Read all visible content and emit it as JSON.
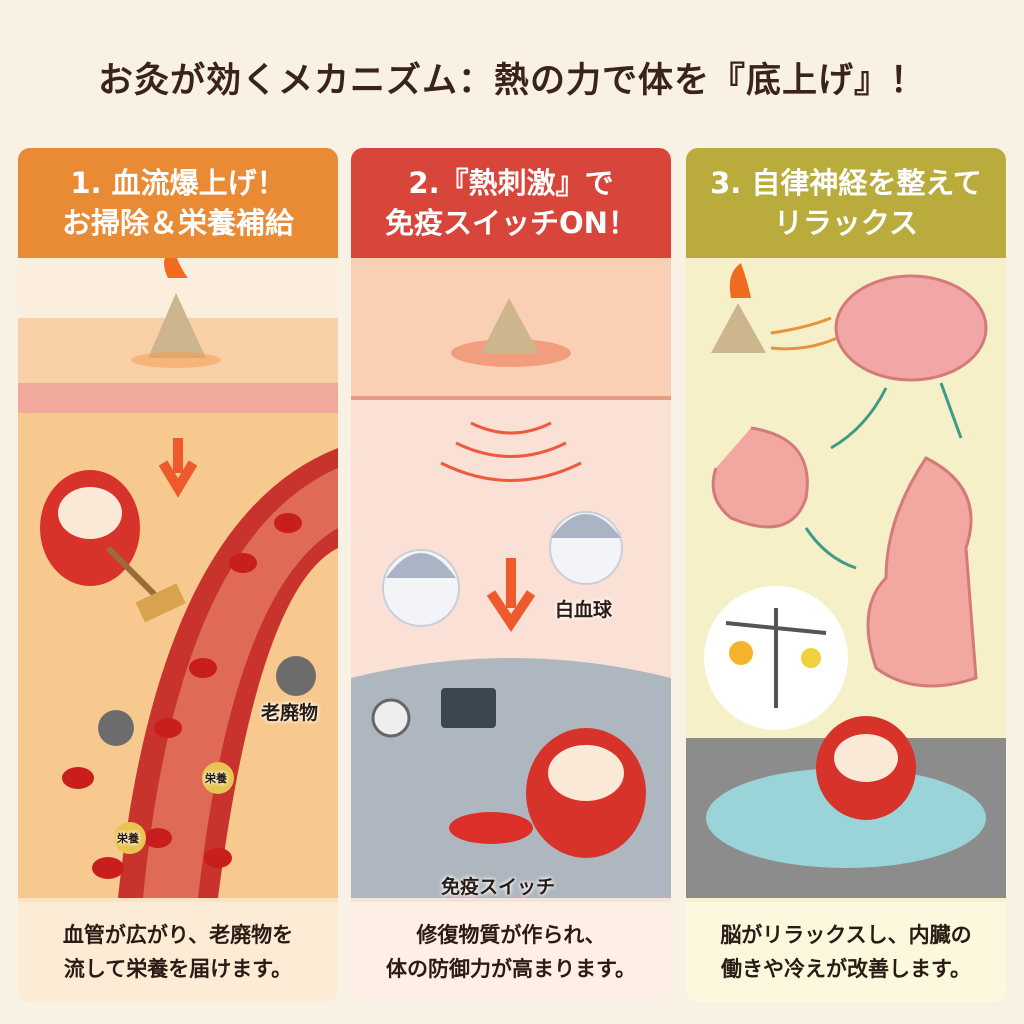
{
  "title": "お灸が効くメカニズム：熱の力で体を『底上げ』！",
  "panels": [
    {
      "heading": [
        "1. 血流爆上げ！",
        "お掃除＆栄養補給"
      ],
      "labels": {
        "waste": "老廃物",
        "nutrient": "栄養"
      },
      "caption": [
        "血管が広がり、老廃物を",
        "流して栄養を届けます。"
      ]
    },
    {
      "heading": [
        "2.『熱刺激』で",
        "免疫スイッチON！"
      ],
      "labels": {
        "wbc": "白血球",
        "switch": "免疫スイッチ"
      },
      "caption": [
        "修復物質が作られ、",
        "体の防御力が高まります。"
      ]
    },
    {
      "heading": [
        "3. 自律神経を整えて",
        "リラックス"
      ],
      "caption": [
        "脳がリラックスし、内臓の",
        "働きや冷えが改善します。"
      ]
    }
  ],
  "colors": {
    "panel1": "#e98a35",
    "panel2": "#d8463b",
    "panel3": "#b9ac3c"
  }
}
